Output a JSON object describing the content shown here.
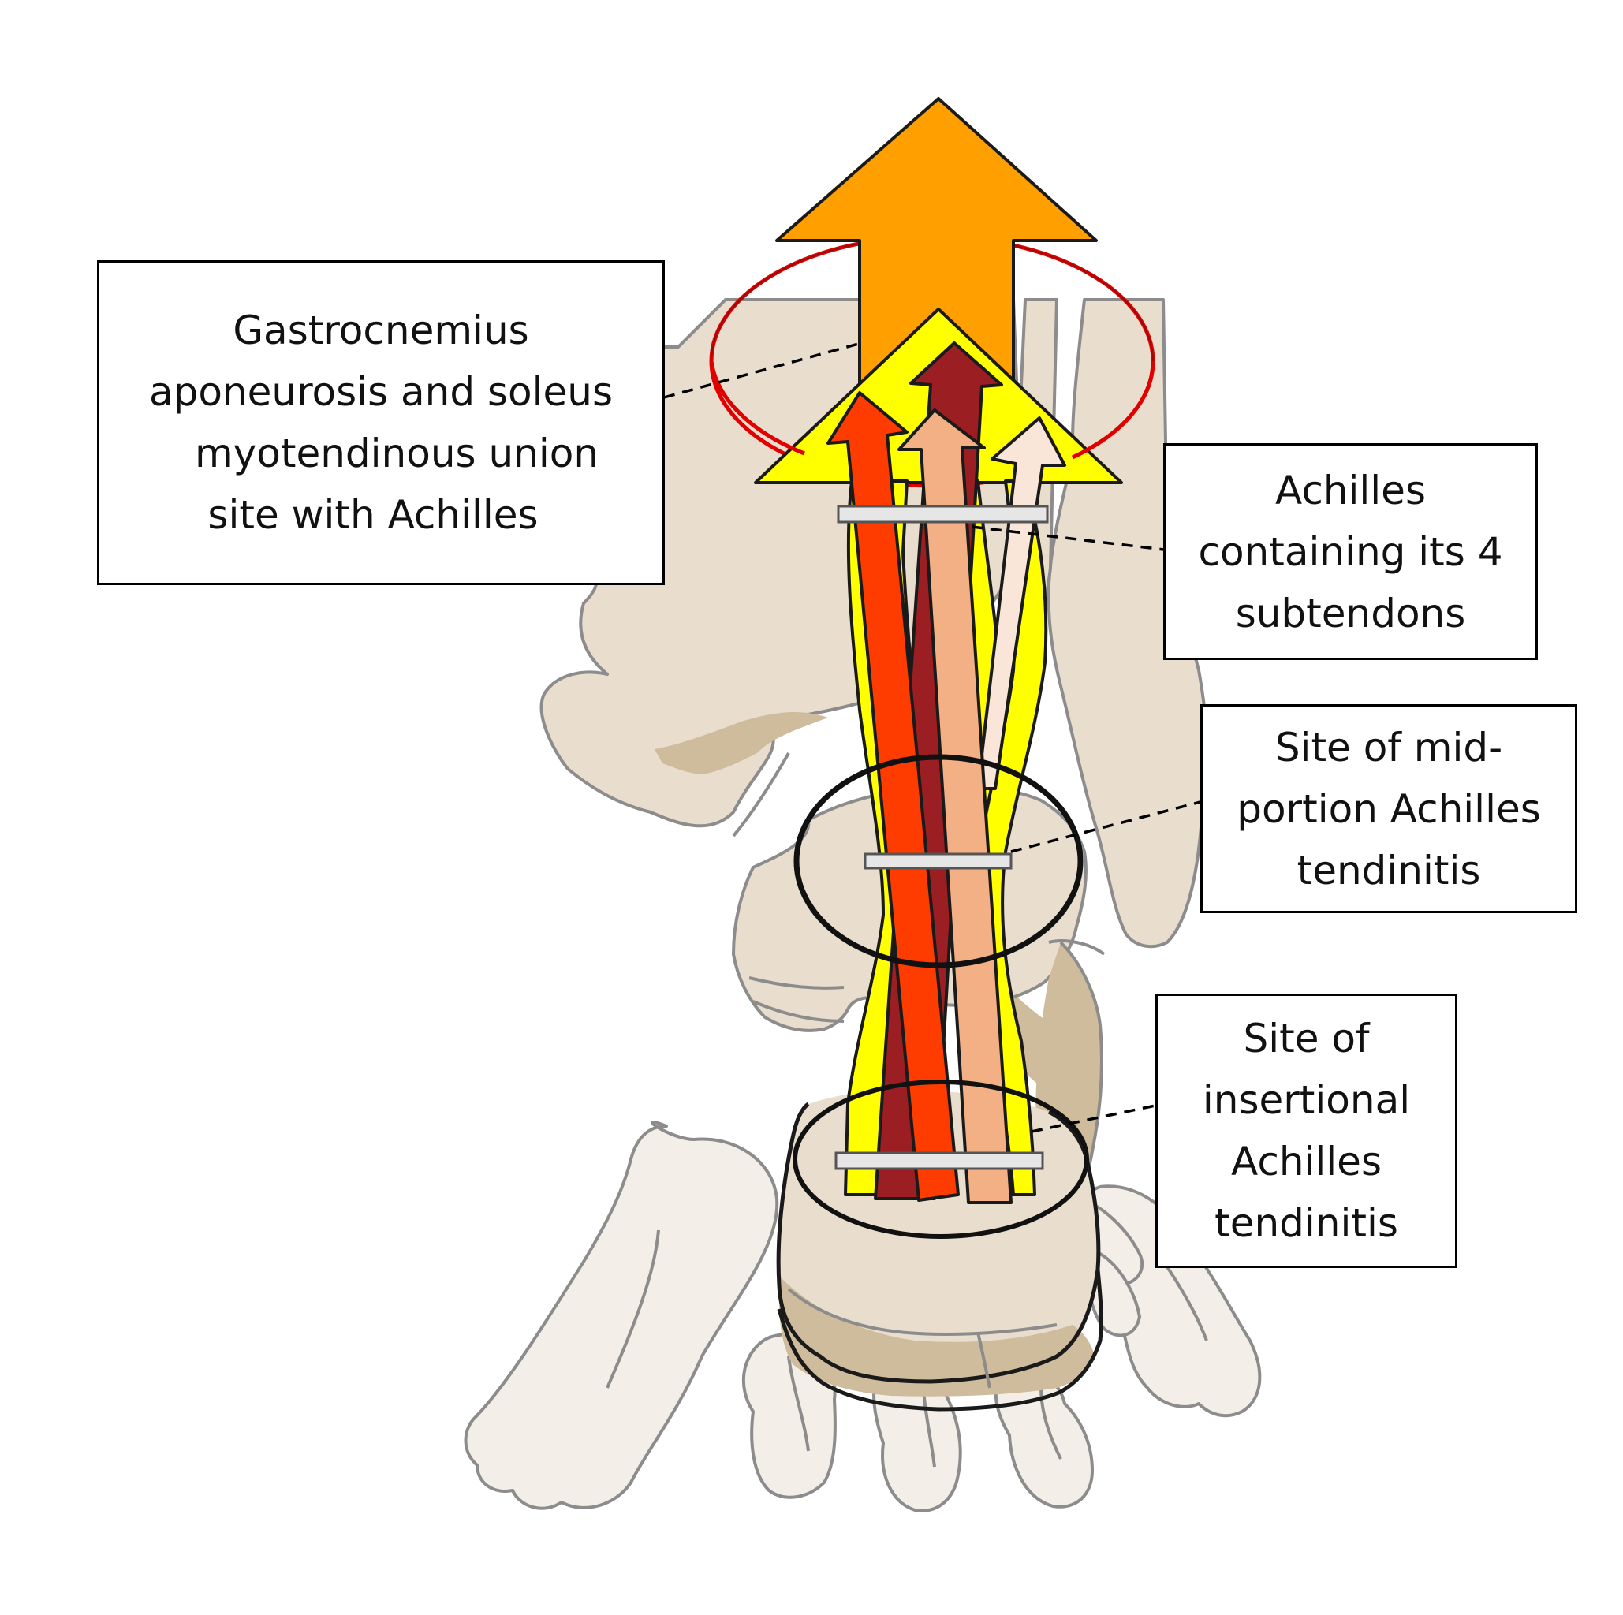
{
  "labels": {
    "aponeurosis": [
      "Gastrocnemius",
      "aponeurosis and soleus",
      "myotendinous union",
      "site with Achilles"
    ],
    "subtendons": [
      "Achilles",
      "containing its 4",
      "subtendons"
    ],
    "mid_portion": [
      "Site of mid-",
      "portion Achilles",
      "tendinitis"
    ],
    "insertional": [
      "Site of",
      "insertional",
      "Achilles",
      "tendinitis"
    ]
  },
  "colors": {
    "gastrocnemius_arrow": "#ffa000",
    "aponeurosis_triangle": "#ffff00",
    "subtendon_red": "#ff3c00",
    "subtendon_dark_red": "#9b1e23",
    "subtendon_salmon": "#f2b084",
    "subtendon_pale": "#f9e6d8",
    "rotation_ellipse": "#e00000",
    "bone_fill": "#e9ddcd",
    "bone_shadow": "#cfbc9c",
    "background_bone_fill": "#f3efe8"
  }
}
